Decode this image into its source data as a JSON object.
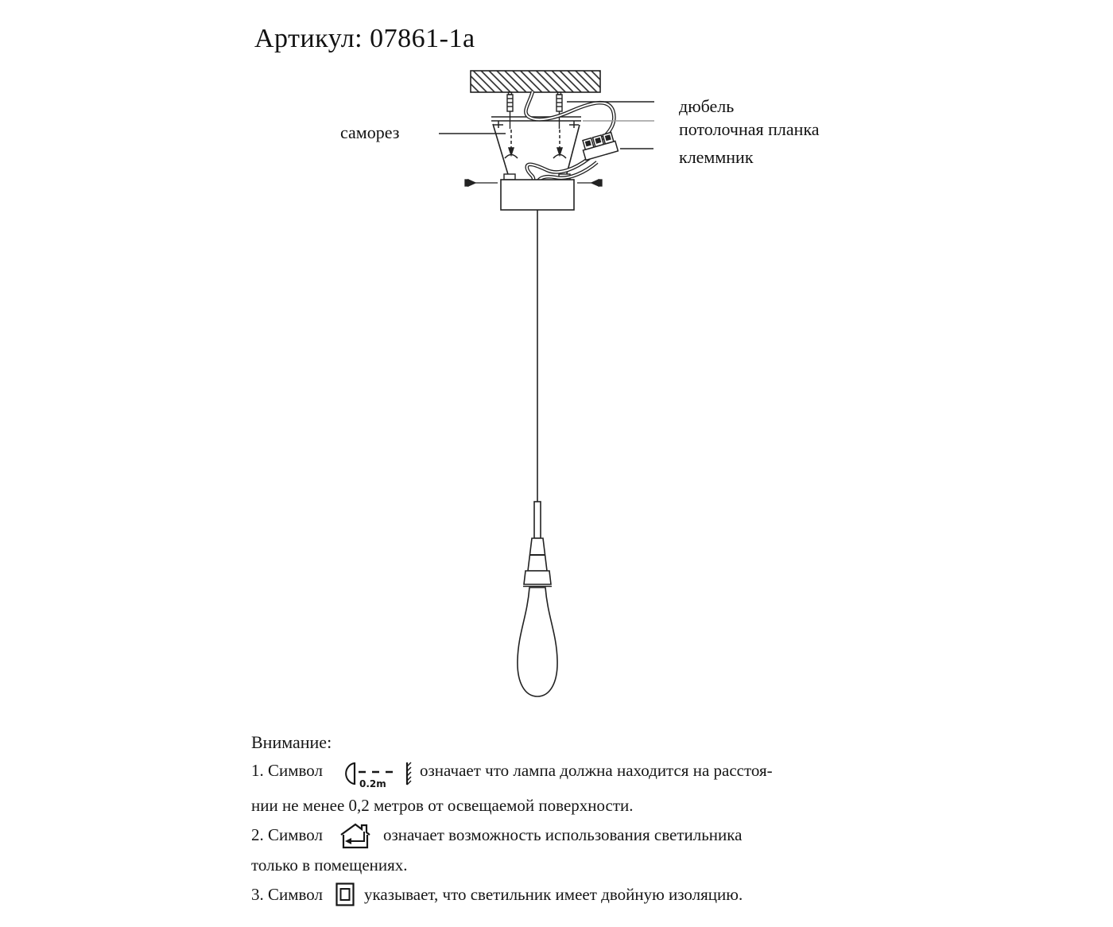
{
  "title": "Артикул: 07861-1a",
  "diagram": {
    "labels": {
      "screw": "саморез",
      "dowel": "дюбель",
      "ceiling_plate": "потолочная планка",
      "terminal_block": "клеммник"
    }
  },
  "notes": {
    "heading": "Внимание:",
    "item1": {
      "prefix": "1. Символ",
      "suffix": "означает что лампа должна находится на расстоя-",
      "line2": "нии не менее 0,2 метров от освещаемой поверхности.",
      "symbol_distance": "0.2m"
    },
    "item2": {
      "prefix": "2. Символ",
      "suffix": "означает возможность использования светильника",
      "line2": "только в помещениях."
    },
    "item3": {
      "prefix": "3. Символ",
      "suffix": "указывает, что светильник имеет двойную изоляцию."
    }
  },
  "colors": {
    "ink": "#1f1f1f",
    "leader_gray": "#9c9c9c",
    "background": "#ffffff"
  }
}
